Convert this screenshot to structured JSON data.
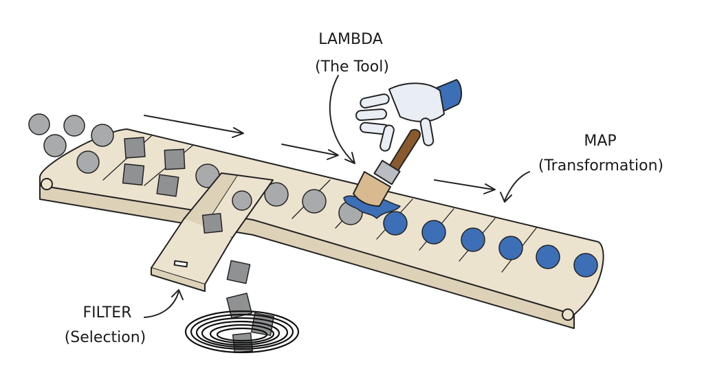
{
  "labels": {
    "lambda_title": "LAMBDA",
    "lambda_sub": "(The Tool)",
    "map_title": "MAP",
    "map_sub": "(Transformation)",
    "filter_title": "FILTER",
    "filter_sub": "(Selection)"
  },
  "colors": {
    "belt": "#ece3cf",
    "belt_side": "#ddd2b8",
    "gray_item": "#a9aaac",
    "square_item": "#8f9193",
    "blue_item": "#3d6fb6",
    "ink": "#222222",
    "brush_handle": "#8a5a2e",
    "robot_hand": "#e9eef5"
  }
}
